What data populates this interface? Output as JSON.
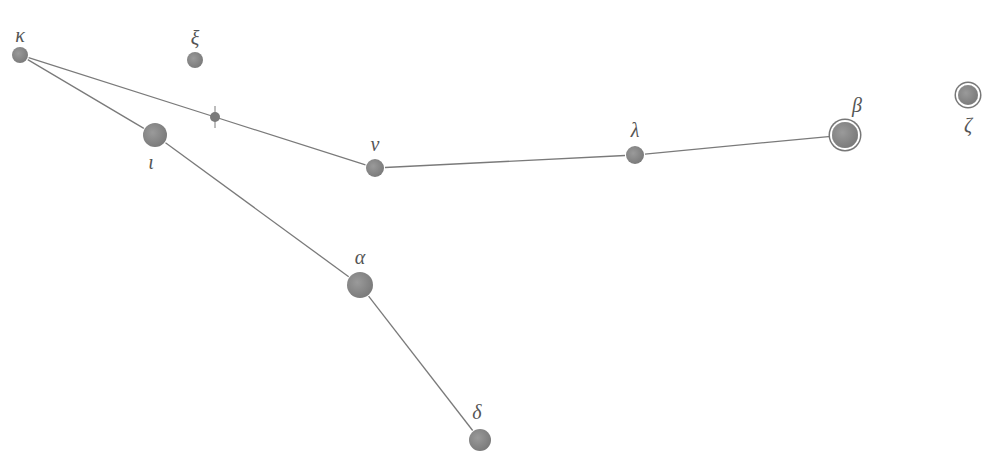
{
  "diagram": {
    "nodes": [
      {
        "text": [
          "κ"
        ]
      },
      {
        "text": [
          "ξ"
        ]
      },
      {
        "text": [
          "ι"
        ]
      },
      {
        "text": [
          "ν"
        ]
      },
      {
        "text": [
          "λ"
        ]
      },
      {
        "text": [
          "β"
        ]
      },
      {
        "text": [
          "ζ"
        ]
      },
      {
        "text": [
          "α"
        ]
      },
      {
        "text": [
          "δ"
        ]
      }
    ],
    "edges": [
      {
        "from": 0,
        "to": 2,
        "arrow": "none"
      },
      {
        "from": 2,
        "to": 7,
        "arrow": "none"
      },
      {
        "from": 7,
        "to": 8,
        "arrow": "none"
      },
      {
        "from": 0,
        "to": 3,
        "arrow": "none"
      },
      {
        "from": 3,
        "to": 4,
        "arrow": "none"
      },
      {
        "from": 4,
        "to": 5,
        "arrow": "none"
      }
    ]
  }
}
